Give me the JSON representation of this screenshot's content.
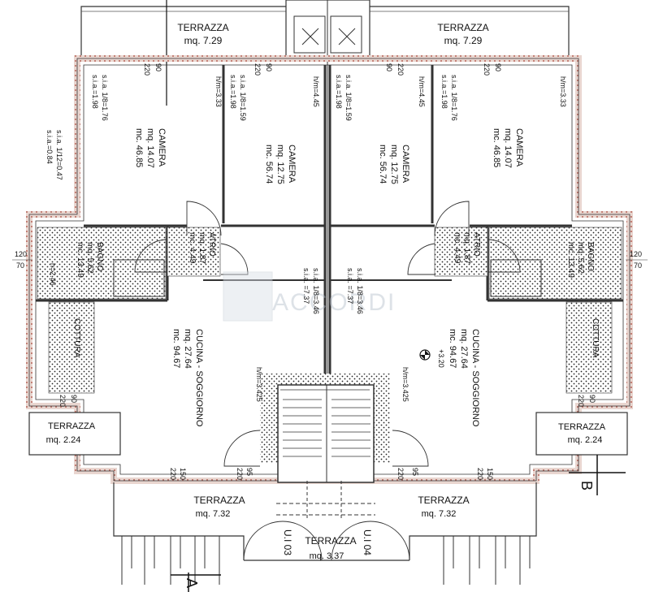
{
  "plan": {
    "terraces": {
      "top_left": {
        "name": "TERRAZZA",
        "area": "mq. 7.29"
      },
      "top_right": {
        "name": "TERRAZZA",
        "area": "mq. 7.29"
      },
      "side_left": {
        "name": "TERRAZZA",
        "area": "mq. 2.24"
      },
      "side_right": {
        "name": "TERRAZZA",
        "area": "mq. 2.24"
      },
      "bottom_left": {
        "name": "TERRAZZA",
        "area": "mq. 7.32"
      },
      "bottom_right": {
        "name": "TERRAZZA",
        "area": "mq. 7.32"
      },
      "bottom_center": {
        "name": "TERRAZZA",
        "area": "mq. 3.37"
      }
    },
    "units": {
      "left": "U.I 03",
      "right": "U.I 04"
    },
    "section_marks": {
      "a": "A",
      "b": "B"
    },
    "rooms": {
      "camera_outer": [
        "CAMERA",
        "mq. 14.07",
        "mc. 46.85"
      ],
      "camera_inner": [
        "CAMERA",
        "mq. 12.75",
        "mc. 56.74"
      ],
      "cucina": [
        "CUCINA - SOGGIORNO",
        "mq. 27.64",
        "mc. 94.67"
      ],
      "bagno": [
        "BAGNO",
        "mq. 5.62",
        "mc. 13.49"
      ],
      "atrio": [
        "ATRIO",
        "mq. 1.87",
        "mc. 4.49"
      ],
      "cottura": "COTTURA"
    },
    "sia": {
      "left_wall": [
        "s.i.a. 1/12=0.47",
        "s.i.a.=0.84"
      ],
      "cam_outer": [
        "s.i.a. 1/8=1.76",
        "s.i.a.=1.98"
      ],
      "cam_inner": [
        "s.i.a. 1/8=1.59",
        "s.i.a.=1.98"
      ],
      "kitchen": [
        "s.i.a. 1/8=3.46",
        "s.i.a. =7.37"
      ]
    },
    "heights": {
      "h1": "h/m=3.33",
      "h2": "h/m=4.45",
      "h3": "h/m=3.425"
    },
    "level": "+3.20",
    "dims": {
      "d120": "120",
      "d70": "70",
      "d220": "220",
      "d90": "90",
      "d150": "150",
      "d95": "95",
      "d2_46": "h=2.46"
    },
    "watermark": "ACCORDI"
  }
}
